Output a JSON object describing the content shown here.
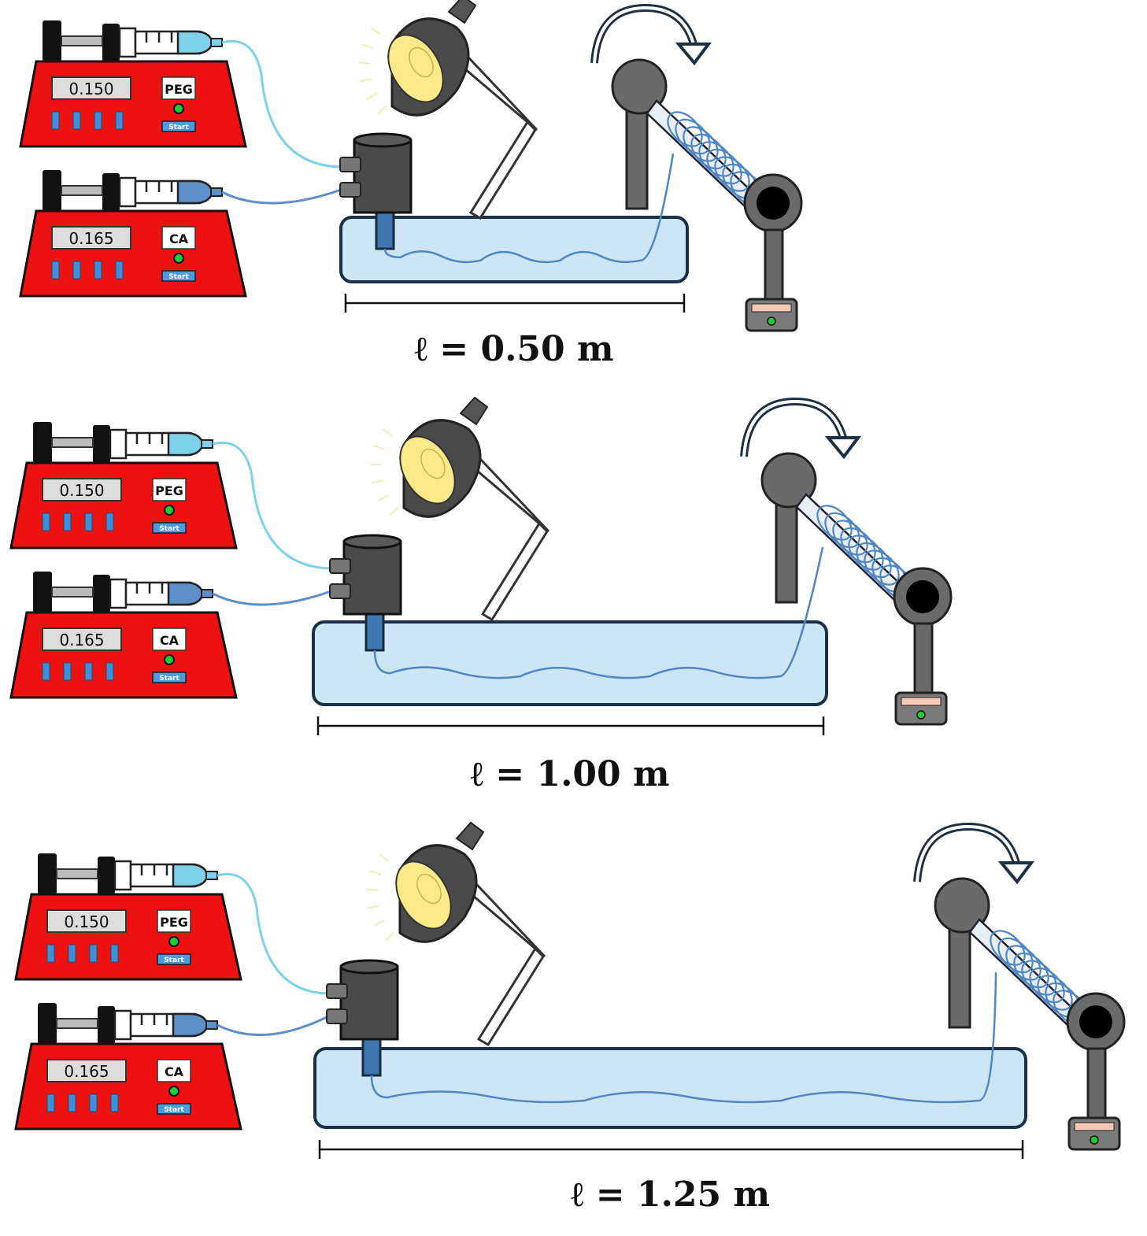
{
  "scenes": [
    {
      "length_label": "ℓ = 0.50 m",
      "pumps": [
        {
          "display": "0.150",
          "tag": "PEG",
          "start": "Start",
          "color": "#7fd0ea"
        },
        {
          "display": "0.165",
          "tag": "CA",
          "start": "Start",
          "color": "#5f8fc8"
        }
      ]
    },
    {
      "length_label": "ℓ = 1.00 m",
      "pumps": [
        {
          "display": "0.150",
          "tag": "PEG",
          "start": "Start",
          "color": "#7fd0ea"
        },
        {
          "display": "0.165",
          "tag": "CA",
          "start": "Start",
          "color": "#5f8fc8"
        }
      ]
    },
    {
      "length_label": "ℓ = 1.25 m",
      "pumps": [
        {
          "display": "0.150",
          "tag": "PEG",
          "start": "Start",
          "color": "#7fd0ea"
        },
        {
          "display": "0.165",
          "tag": "CA",
          "start": "Start",
          "color": "#5f8fc8"
        }
      ]
    }
  ],
  "colors": {
    "pump_body": "#ee1111",
    "bath_fill": "#cde6f5",
    "bath_stroke": "#1b3048",
    "fiber": "#4f86c6",
    "lamp_shade": "#4a4a4a",
    "lamp_bulb": "#fbe98a",
    "collector": "#6a6a6a",
    "led": "#22cc33"
  }
}
